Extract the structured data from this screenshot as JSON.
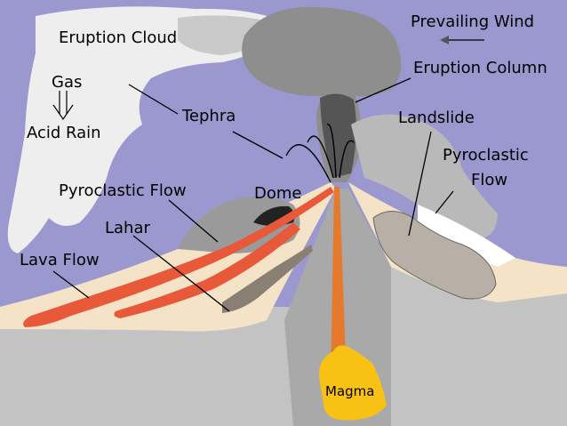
{
  "diagram": {
    "colors": {
      "sky": "#9a98ce",
      "ground_front": "#c3c3c3",
      "ground_dark": "#9e9e9e",
      "surface_tan": "#f5e3c8",
      "lava": "#e8593a",
      "magma": "#f7c214",
      "cloud_white": "#f4f4f4",
      "ash_gray": "#7a7a7a"
    },
    "labels": {
      "prevailing_wind": "Prevailing Wind",
      "eruption_cloud": "Eruption Cloud",
      "eruption_column": "Eruption Column",
      "gas": "Gas",
      "acid_rain": "Acid Rain",
      "tephra": "Tephra",
      "landslide": "Landslide",
      "pyroclastic_flow_right_1": "Pyroclastic",
      "pyroclastic_flow_right_2": "Flow",
      "pyroclastic_flow_left": "Pyroclastic Flow",
      "dome": "Dome",
      "lahar": "Lahar",
      "lava_flow": "Lava Flow",
      "magma": "Magma"
    }
  }
}
